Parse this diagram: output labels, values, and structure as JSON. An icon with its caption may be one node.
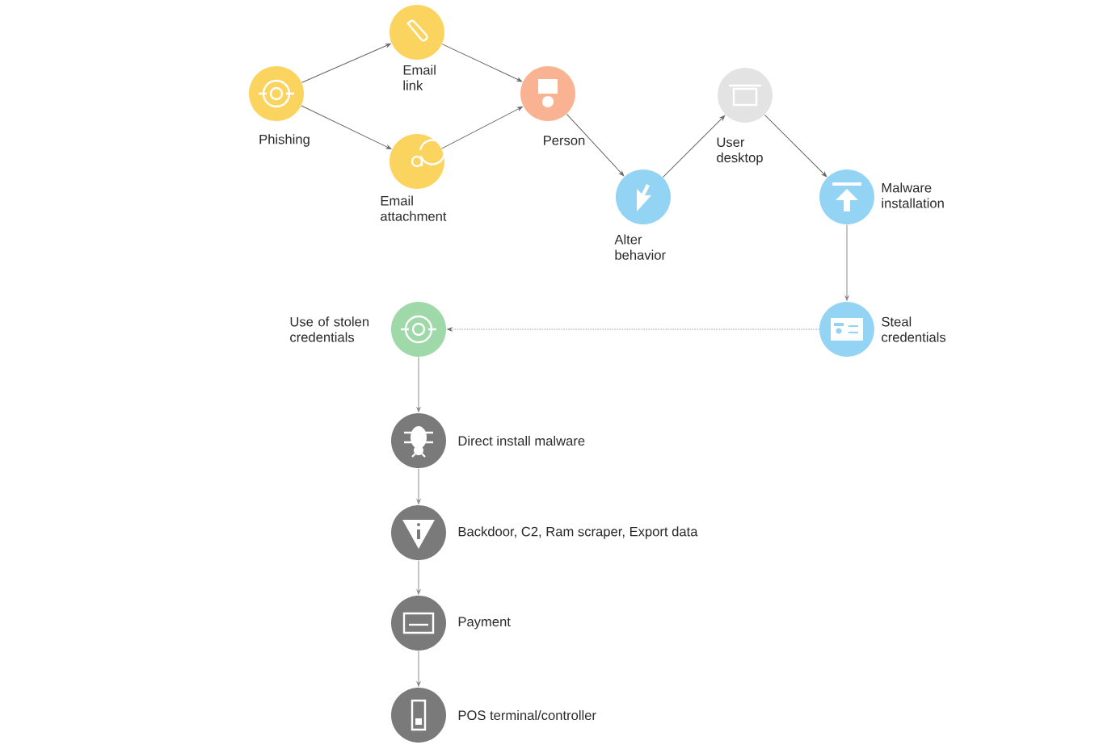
{
  "diagram": {
    "nodes": [
      {
        "text": [
          "Phishing"
        ]
      },
      {
        "text": [
          "Email link"
        ]
      },
      {
        "text": [
          "Email attachment"
        ]
      },
      {
        "text": [
          "Person"
        ]
      },
      {
        "text": [
          "Alter behavior"
        ]
      },
      {
        "text": [
          "User desktop"
        ]
      },
      {
        "text": [
          "Malware installation"
        ]
      },
      {
        "text": [
          "Steal credentials"
        ]
      },
      {
        "text": [
          "Use of stolen credentials"
        ]
      },
      {
        "text": [
          "Direct install malware"
        ]
      },
      {
        "text": [
          "Backdoor, C2, Ram scraper, Export data"
        ]
      },
      {
        "text": [
          "Payment"
        ]
      },
      {
        "text": [
          "POS terminal/controller"
        ]
      }
    ],
    "edges": [
      {
        "from": 0,
        "to": 1,
        "arrow": "to"
      },
      {
        "from": 0,
        "to": 2,
        "arrow": "to"
      },
      {
        "from": 1,
        "to": 3,
        "arrow": "to"
      },
      {
        "from": 2,
        "to": 3,
        "arrow": "to"
      },
      {
        "from": 3,
        "to": 4,
        "arrow": "to"
      },
      {
        "from": 4,
        "to": 5,
        "arrow": "to"
      },
      {
        "from": 5,
        "to": 6,
        "arrow": "to"
      },
      {
        "from": 6,
        "to": 7,
        "arrow": "to"
      },
      {
        "from": 7,
        "to": 8,
        "arrow": "to",
        "style": "dashed"
      },
      {
        "from": 8,
        "to": 9,
        "arrow": "to"
      },
      {
        "from": 9,
        "to": 10,
        "arrow": "to"
      },
      {
        "from": 10,
        "to": 11,
        "arrow": "to"
      },
      {
        "from": 11,
        "to": 12,
        "arrow": "to"
      }
    ]
  }
}
